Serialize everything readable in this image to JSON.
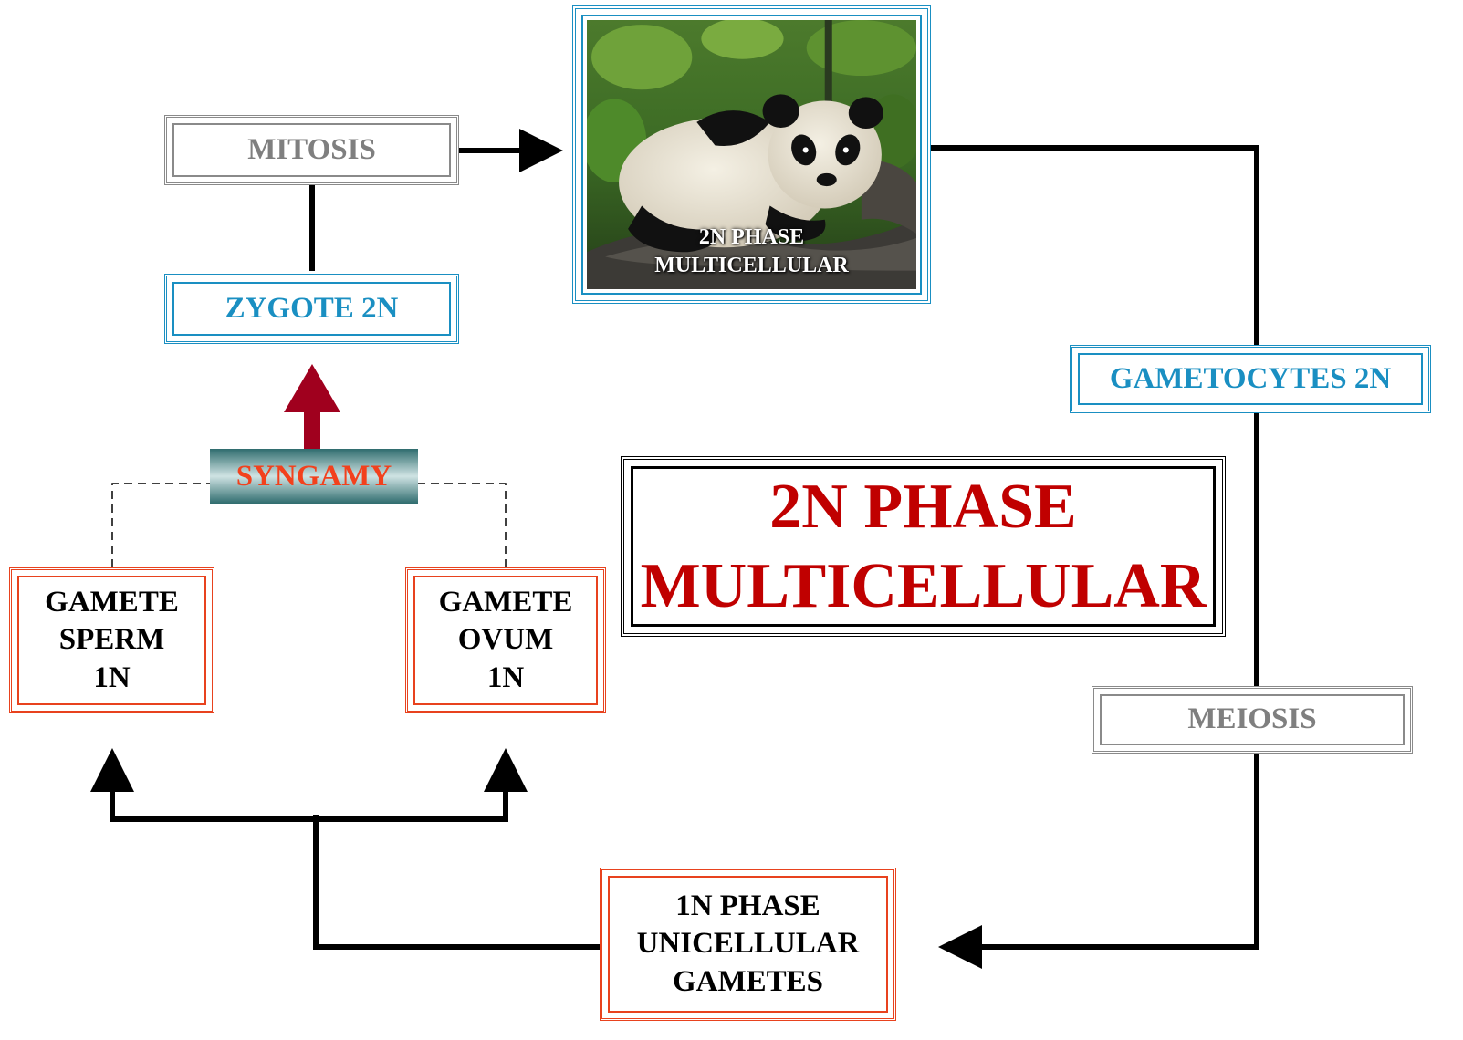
{
  "nodes": {
    "mitosis": {
      "label": "MITOSIS"
    },
    "zygote": {
      "label": "ZYGOTE 2N"
    },
    "syngamy": {
      "label": "SYNGAMY"
    },
    "gamete_sperm": {
      "lines": [
        "GAMETE",
        "SPERM",
        "1N"
      ]
    },
    "gamete_ovum": {
      "lines": [
        "GAMETE",
        "OVUM",
        "1N"
      ]
    },
    "photo": {
      "caption_lines": [
        "2N PHASE",
        "MULTICELLULAR"
      ]
    },
    "gametocytes": {
      "label": "GAMETOCYTES 2N"
    },
    "meiosis": {
      "label": "MEIOSIS"
    },
    "phase_1n": {
      "lines": [
        "1N PHASE",
        "UNICELLULAR",
        "GAMETES"
      ]
    },
    "title": {
      "lines": [
        "2N PHASE",
        "MULTICELLULAR"
      ]
    }
  },
  "colors": {
    "gray": "#8a8a8a",
    "blue": "#1a8fc2",
    "red_frame": "#e8421e",
    "dark_red_arrow": "#a0001e",
    "title_red": "#c00000",
    "connector": "#000000"
  }
}
